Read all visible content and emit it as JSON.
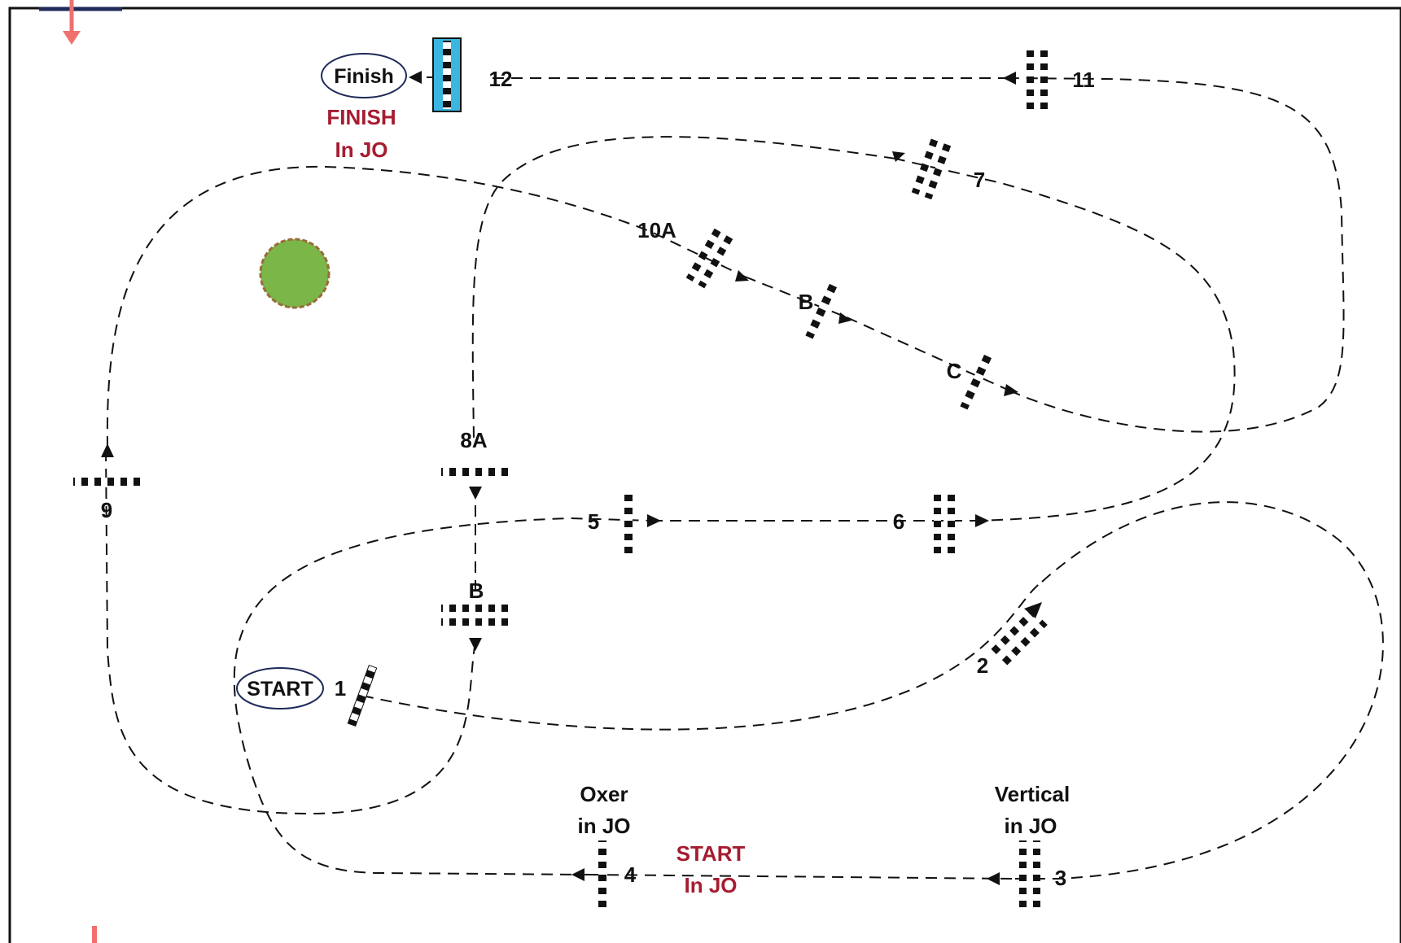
{
  "colors": {
    "ink": "#111111",
    "accent_red": "#a51c30",
    "entry_marker": "#f07070",
    "finish_fence": "#3ab6e0",
    "tree": "#7ab648",
    "tree_edge": "#9a6a3a"
  },
  "course": {
    "start_label": "START",
    "finish_label": "Finish",
    "finish_in_jo": [
      "FINISH",
      "In JO"
    ],
    "start_in_jo": [
      "START",
      "In JO"
    ],
    "oxer_in_jo": [
      "Oxer",
      "in JO"
    ],
    "vertical_in_jo": [
      "Vertical",
      "in JO"
    ],
    "fence_numbers": {
      "f1": "1",
      "f2": "2",
      "f3": "3",
      "f4": "4",
      "f5": "5",
      "f6": "6",
      "f7": "7",
      "f8a": "8A",
      "f8b": "B",
      "f9": "9",
      "f10a": "10A",
      "f10b": "B",
      "f10c": "C",
      "f11": "11",
      "f12": "12"
    },
    "icons": [
      "entry-arrow-icon",
      "tree-icon",
      "direction-arrow-icon"
    ]
  }
}
